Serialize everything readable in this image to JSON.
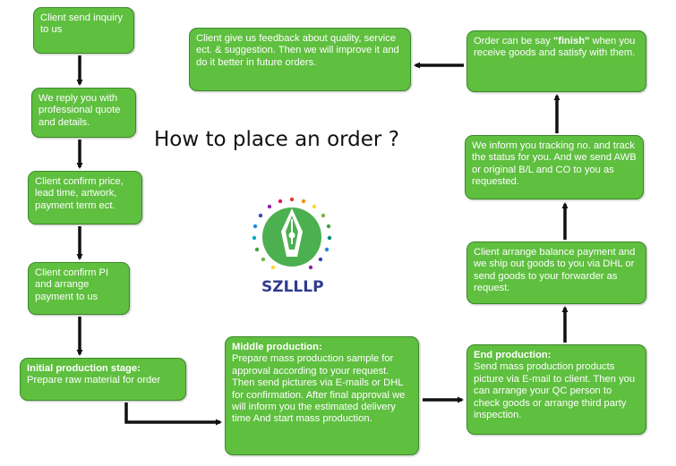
{
  "title": "How to place an order ?",
  "logo": {
    "text": "SZLLLP"
  },
  "steps": {
    "inquiry": "Client send inquiry to us",
    "reply": "We reply you with professional quote and details.",
    "confirm_price": "Client confirm price, lead time, artwork, payment term ect.",
    "confirm_pi": "Client confirm PI and arrange payment to us",
    "initial": {
      "heading": "Initial production stage:",
      "text": "Prepare raw material for order"
    },
    "middle": {
      "heading": "Middle production:",
      "text": "Prepare mass production sample for approval according to your request. Then send pictures via E-mails or DHL for confirmation. After final approval we will inform you the estimated delivery time And start mass production."
    },
    "end": {
      "heading": "End production:",
      "text": "Send mass production products picture via E-mail to client. Then you can arrange your QC person to check goods or arrange third party inspection."
    },
    "balance": "Client arrange balance payment and we ship out goods to you via DHL or send goods to your forwarder as request.",
    "tracking": "We inform you tracking no. and track the status for you. And we send AWB or original B/L and CO to you as requested.",
    "finish": {
      "before": "Order can be say ",
      "bold": "\"finish\"",
      "after": " when you receive goods and satisfy with them."
    },
    "feedback": "Client give us feedback about quality, service ect. & suggestion. Then we will improve it and do it better in future orders."
  },
  "colors": {
    "box_fill": "#5fbf3f",
    "box_border": "#3c8a2a",
    "arrow": "#111111",
    "logo_text": "#2f3b8f"
  }
}
